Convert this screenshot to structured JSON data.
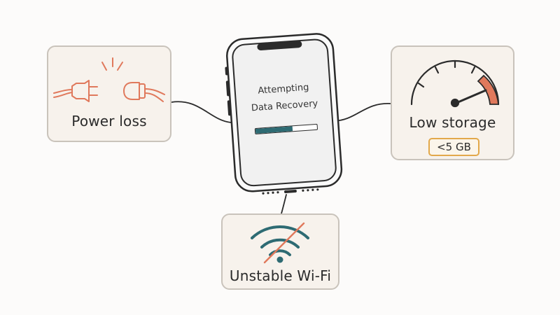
{
  "phone": {
    "line1": "Attempting",
    "line2": "Data Recovery",
    "progress": 0.6,
    "colors": {
      "progress_fill": "#2e6b73",
      "progress_track": "#ffffff"
    }
  },
  "cards": {
    "power": {
      "label": "Power loss",
      "icon": "unplugged-plug-icon",
      "accent": "#e0795c"
    },
    "storage": {
      "label": "Low storage",
      "badge": "<5 GB",
      "icon": "gauge-icon",
      "accent": "#e0795c",
      "badge_color": "#e2a84a"
    },
    "wifi": {
      "label": "Unstable Wi-Fi",
      "icon": "wifi-crossed-icon",
      "accent": "#2e6b73",
      "slash_color": "#e0795c"
    }
  }
}
